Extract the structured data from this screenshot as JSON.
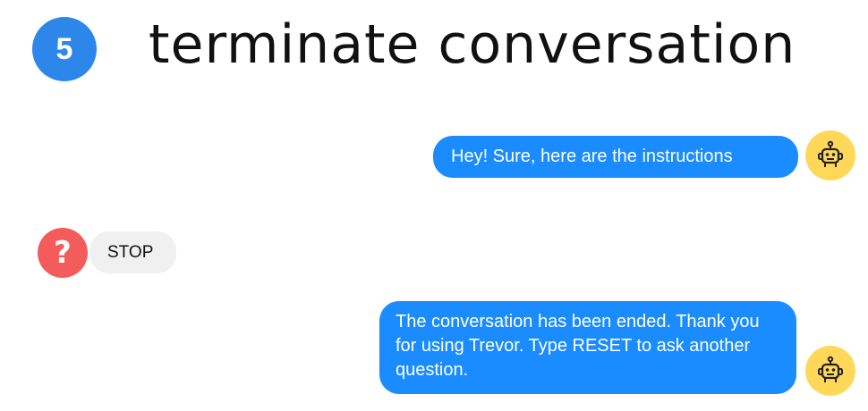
{
  "header": {
    "step_number": "5",
    "title": "terminate conversation"
  },
  "messages": [
    {
      "sender": "bot",
      "text": "Hey! Sure, here are the instructions",
      "avatar_icon": "robot-icon"
    },
    {
      "sender": "user",
      "text": "STOP",
      "avatar_icon": "question-mark-icon"
    },
    {
      "sender": "bot",
      "text": "The conversation has been ended. Thank you for using Trevor. Type RESET to ask another question.",
      "avatar_icon": "robot-icon"
    }
  ],
  "colors": {
    "step_badge": "#2d87ea",
    "bot_bubble": "#1a8cff",
    "user_bubble": "#f0f0f0",
    "bot_avatar": "#ffd85a",
    "user_avatar": "#f45b5b"
  }
}
